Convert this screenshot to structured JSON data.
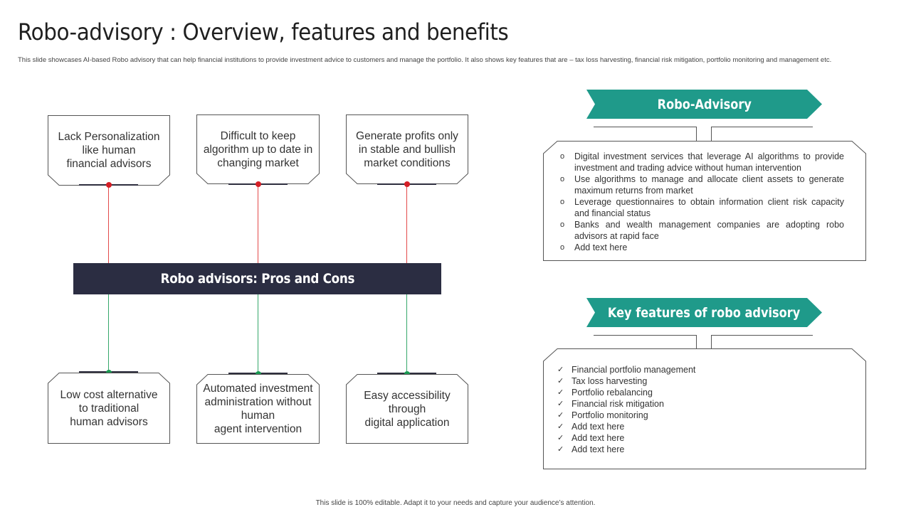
{
  "header": {
    "title": "Robo-advisory : Overview, features and benefits",
    "subtitle": "This slide showcases AI-based Robo advisory that can help financial institutions to provide investment advice to customers and manage the portfolio. It also shows key features that are – tax loss harvesting, financial risk mitigation,  portfolio monitoring and management etc."
  },
  "center": {
    "label": "Robo advisors: Pros and Cons"
  },
  "cons": [
    {
      "text": "Lack Personalization\nlike human\nfinancial advisors"
    },
    {
      "text": "Difficult to keep\nalgorithm up to date in\nchanging market"
    },
    {
      "text": "Generate profits only\nin stable and bullish\nmarket conditions"
    }
  ],
  "pros": [
    {
      "text": "Low cost alternative\nto traditional\nhuman advisors"
    },
    {
      "text": "Automated investment\nadministration without\nhuman\nagent intervention"
    },
    {
      "text": "Easy accessibility\nthrough\ndigital application"
    }
  ],
  "overview": {
    "heading": "Robo-Advisory",
    "bullet_marker": "o",
    "items": [
      "Digital investment services that leverage AI algorithms to provide investment and trading advice without human intervention",
      "Use algorithms to manage and allocate client assets to generate maximum returns from market",
      "Leverage questionnaires to obtain information client risk capacity and financial status",
      "Banks and wealth management companies are adopting robo advisors at rapid face",
      "Add text here"
    ]
  },
  "features": {
    "heading": "Key features of robo advisory",
    "bullet_marker": "✓",
    "items": [
      "Financial portfolio management",
      "Tax loss harvesting",
      "Portfolio rebalancing",
      "Financial risk mitigation",
      "Portfolio monitoring",
      "Add text here",
      "Add text here",
      "Add text here"
    ]
  },
  "footer": {
    "text": "This slide is 100% editable. Adapt it to your needs and capture your audience’s attention."
  },
  "colors": {
    "teal": "#1f9a8a",
    "navy": "#2b2d42",
    "cons_accent": "#d51f26",
    "pros_accent": "#1a9a52"
  }
}
